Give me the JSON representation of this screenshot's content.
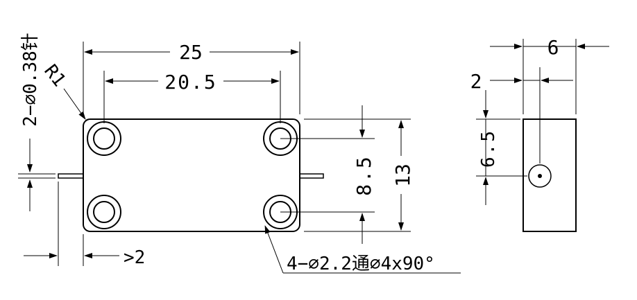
{
  "front_view": {
    "width_overall": "25",
    "hole_spacing_x": "20.5",
    "corner_radius": "R1",
    "pin_callout": "2−∅0.38针",
    "hole_spacing_y": "8.5",
    "height_overall": "13",
    "pin_length": ">2",
    "hole_callout": "4−∅2.2通∅4x90°"
  },
  "side_view": {
    "width": "6",
    "pin_offset_x": "2",
    "pin_offset_y": "6.5"
  }
}
